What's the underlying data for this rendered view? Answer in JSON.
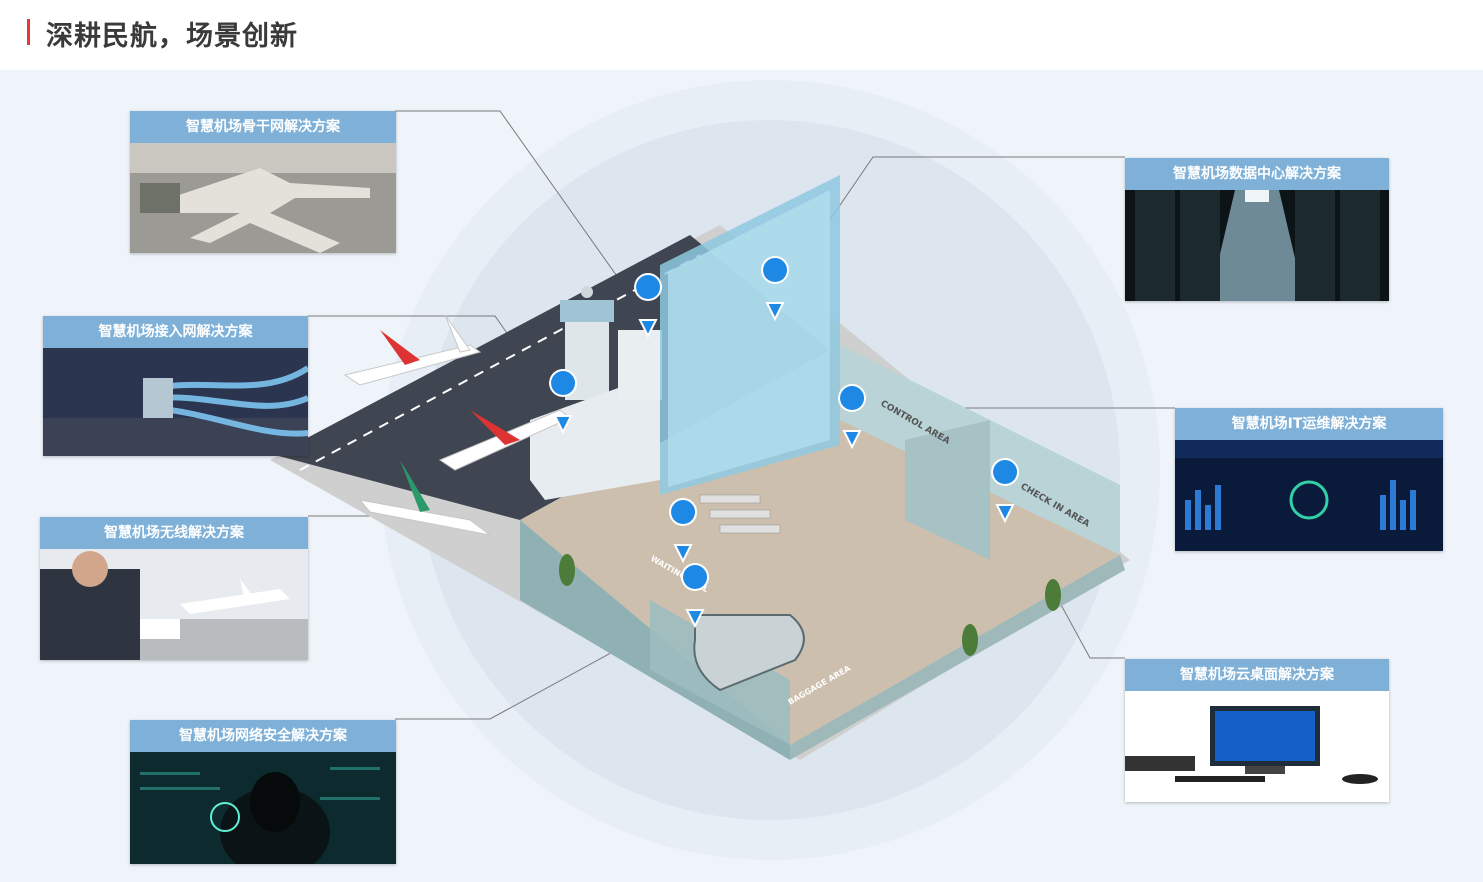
{
  "header": {
    "title": "深耕民航，场景创新",
    "accent_color": "#e5383b"
  },
  "scene": {
    "zone_labels": [
      "CONTROL AREA",
      "CHECK IN AREA",
      "WAITING HALL",
      "BAGGAGE AREA"
    ],
    "pin_color": "#1e88e5"
  },
  "solutions": [
    {
      "label": "智慧机场骨干网解决方案",
      "icon": "airport-aerial-photo"
    },
    {
      "label": "智慧机场接入网解决方案",
      "icon": "network-cable-photo"
    },
    {
      "label": "智慧机场无线解决方案",
      "icon": "businessman-tablet-photo"
    },
    {
      "label": "智慧机场网络安全解决方案",
      "icon": "hacker-photo"
    },
    {
      "label": "智慧机场数据中心解决方案",
      "icon": "data-center-photo"
    },
    {
      "label": "智慧机场IT运维解决方案",
      "icon": "dashboard-photo"
    },
    {
      "label": "智慧机场云桌面解决方案",
      "icon": "cloud-desktop-photo"
    }
  ],
  "colors": {
    "label_bg": "#7fb1d8",
    "canvas_bg": "#eef4fa"
  }
}
